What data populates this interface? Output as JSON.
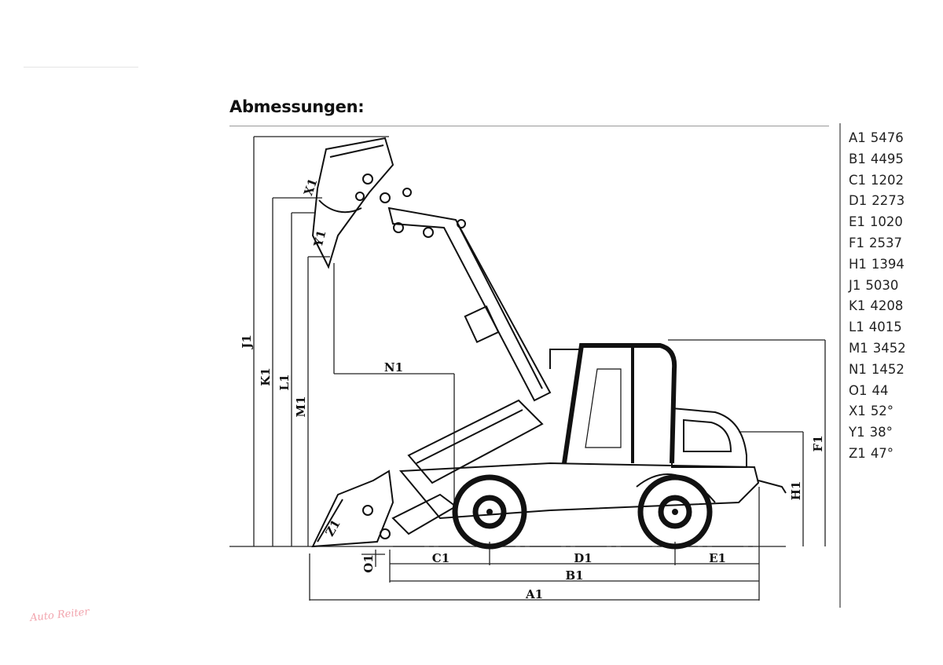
{
  "title": "Abmessungen:",
  "watermark": "Auto Reiter",
  "specs": [
    {
      "code": "A1",
      "value": "5476"
    },
    {
      "code": "B1",
      "value": "4495"
    },
    {
      "code": "C1",
      "value": "1202"
    },
    {
      "code": "D1",
      "value": "2273"
    },
    {
      "code": "E1",
      "value": "1020"
    },
    {
      "code": "F1",
      "value": "2537"
    },
    {
      "code": "H1",
      "value": "1394"
    },
    {
      "code": "J1",
      "value": "5030"
    },
    {
      "code": "K1",
      "value": "4208"
    },
    {
      "code": "L1",
      "value": "4015"
    },
    {
      "code": "M1",
      "value": "3452"
    },
    {
      "code": "N1",
      "value": "1452"
    },
    {
      "code": "O1",
      "value": "44"
    },
    {
      "code": "X1",
      "value": "52°"
    },
    {
      "code": "Y1",
      "value": "38°"
    },
    {
      "code": "Z1",
      "value": "47°"
    }
  ],
  "diagram_labels": {
    "A1": "A1",
    "B1": "B1",
    "C1": "C1",
    "D1": "D1",
    "E1": "E1",
    "F1": "F1",
    "H1": "H1",
    "J1": "J1",
    "K1": "K1",
    "L1": "L1",
    "M1": "M1",
    "N1": "N1",
    "O1": "O1",
    "X1": "X1",
    "Y1": "Y1",
    "Z1": "Z1"
  }
}
